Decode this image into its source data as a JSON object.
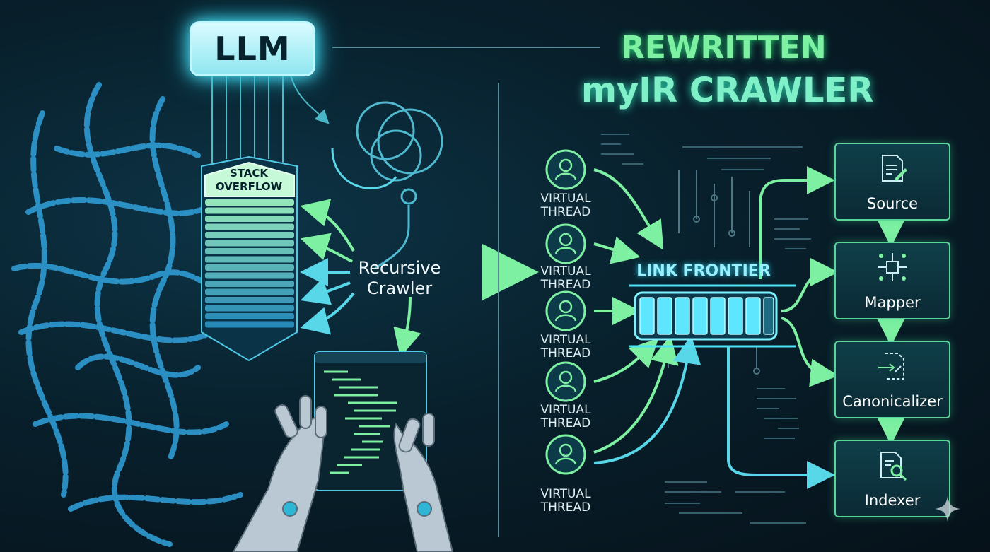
{
  "diagram": {
    "llm_label": "LLM",
    "title_line1": "REWRITTEN",
    "title_line2": "myIR CRAWLER",
    "stack_label_line1": "STACK",
    "stack_label_line2": "OVERFLOW",
    "recursive_line1": "Recursive",
    "recursive_line2": "Crawler",
    "virtual_threads": [
      {
        "line1": "VIRTUAL",
        "line2": "THREAD"
      },
      {
        "line1": "VIRTUAL",
        "line2": "THREAD"
      },
      {
        "line1": "VIRTUAL",
        "line2": "THREAD"
      },
      {
        "line1": "VIRTUAL",
        "line2": "THREAD"
      },
      {
        "line1": "VIRTUAL",
        "line2": "THREAD"
      }
    ],
    "frontier_label": "LINK FRONTIER",
    "pipeline": [
      {
        "label": "Source",
        "icon": "document-edit-icon"
      },
      {
        "label": "Mapper",
        "icon": "chip-network-icon"
      },
      {
        "label": "Canonicalizer",
        "icon": "document-merge-icon"
      },
      {
        "label": "Indexer",
        "icon": "document-search-icon"
      }
    ],
    "colors": {
      "accent_cyan": "#4ee3f5",
      "accent_green": "#7ef0a2",
      "chain": "#2f9bd3"
    }
  }
}
